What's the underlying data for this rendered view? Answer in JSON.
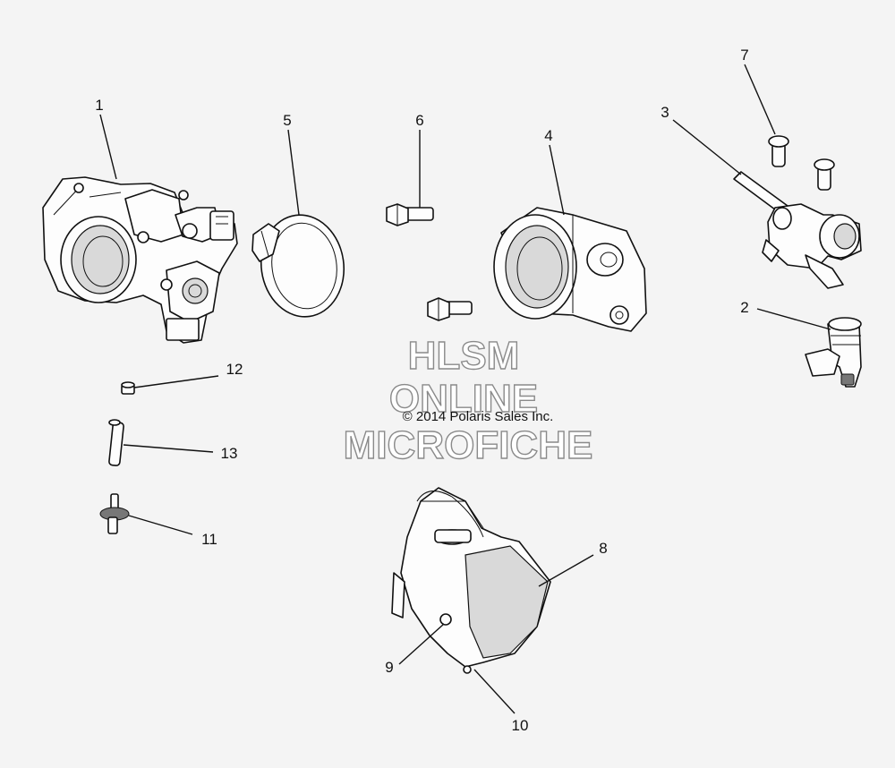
{
  "callouts": {
    "c1": "1",
    "c2": "2",
    "c3": "3",
    "c4": "4",
    "c5": "5",
    "c6": "6",
    "c7": "7",
    "c8": "8",
    "c9": "9",
    "c10": "10",
    "c11": "11",
    "c12": "12",
    "c13": "13"
  },
  "watermark": {
    "line1": "HLSM",
    "line2": "ONLINE",
    "line3": "MICROFICHE"
  },
  "copyright": "© 2014 Polaris Sales Inc."
}
